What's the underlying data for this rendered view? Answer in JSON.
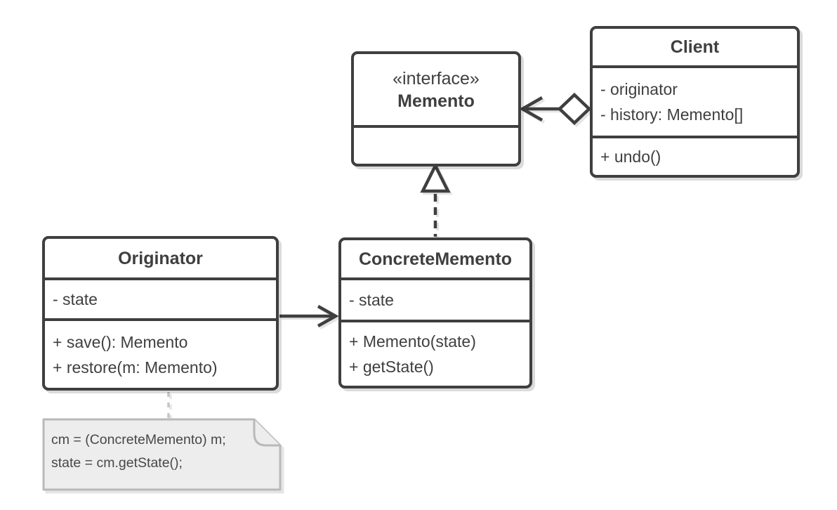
{
  "colors": {
    "stroke": "#3f3f3f",
    "text": "#3f3f3f",
    "class_fill": "#ffffff",
    "note_fill": "#ededed",
    "note_stroke": "#b9b9b9",
    "note_link": "#c6c6c6",
    "shadow": "#dedede",
    "background": "#ffffff"
  },
  "classes": {
    "memento": {
      "stereotype": "«interface»",
      "name": "Memento",
      "attributes": [],
      "methods": []
    },
    "client": {
      "name": "Client",
      "attributes": [
        "- originator",
        "- history: Memento[]"
      ],
      "methods": [
        "+ undo()"
      ]
    },
    "originator": {
      "name": "Originator",
      "attributes": [
        "- state"
      ],
      "methods": [
        "+ save(): Memento",
        "+ restore(m: Memento)"
      ]
    },
    "concrete_memento": {
      "name": "ConcreteMemento",
      "attributes": [
        "- state"
      ],
      "methods": [
        "+ Memento(state)",
        "+ getState()"
      ]
    }
  },
  "note": {
    "lines": [
      "cm = (ConcreteMemento) m;",
      "state = cm.getState();"
    ]
  },
  "relationships": [
    {
      "from": "Client",
      "to": "Memento",
      "type": "aggregation-with-open-arrow"
    },
    {
      "from": "ConcreteMemento",
      "to": "Memento",
      "type": "realization"
    },
    {
      "from": "Originator",
      "to": "ConcreteMemento",
      "type": "directed-association"
    },
    {
      "from": "Originator",
      "to": "note",
      "type": "note-anchor"
    }
  ]
}
